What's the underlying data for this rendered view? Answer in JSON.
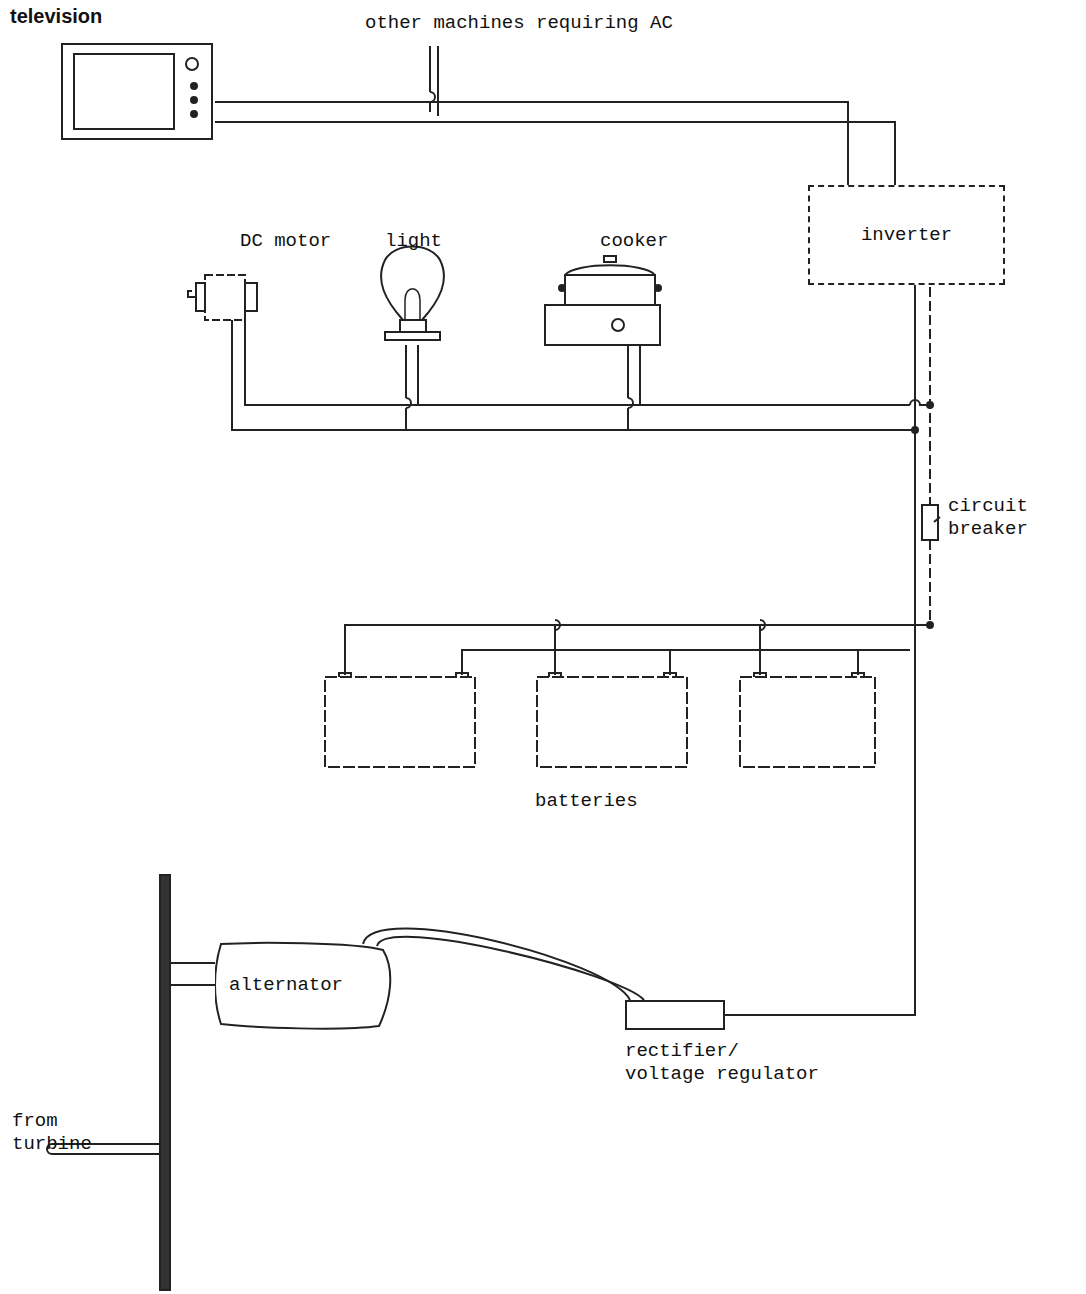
{
  "diagram": {
    "nodes": [
      {
        "text": [
          "television"
        ]
      },
      {
        "text": [
          "inverter"
        ]
      },
      {
        "text": [
          "alternator"
        ]
      },
      {
        "text": [
          "rectifier/ voltage regulator"
        ]
      }
    ],
    "edges": [
      {
        "from": 0,
        "to": 1,
        "arrow": "none"
      },
      {
        "from": 2,
        "to": 3,
        "arrow": "none"
      },
      {
        "from": 3,
        "to": 1,
        "arrow": "none"
      }
    ],
    "labels": [
      "other machines requiring AC",
      "DC motor",
      "light",
      "cooker",
      "circuit breaker",
      "batteries",
      "from turbine"
    ]
  }
}
